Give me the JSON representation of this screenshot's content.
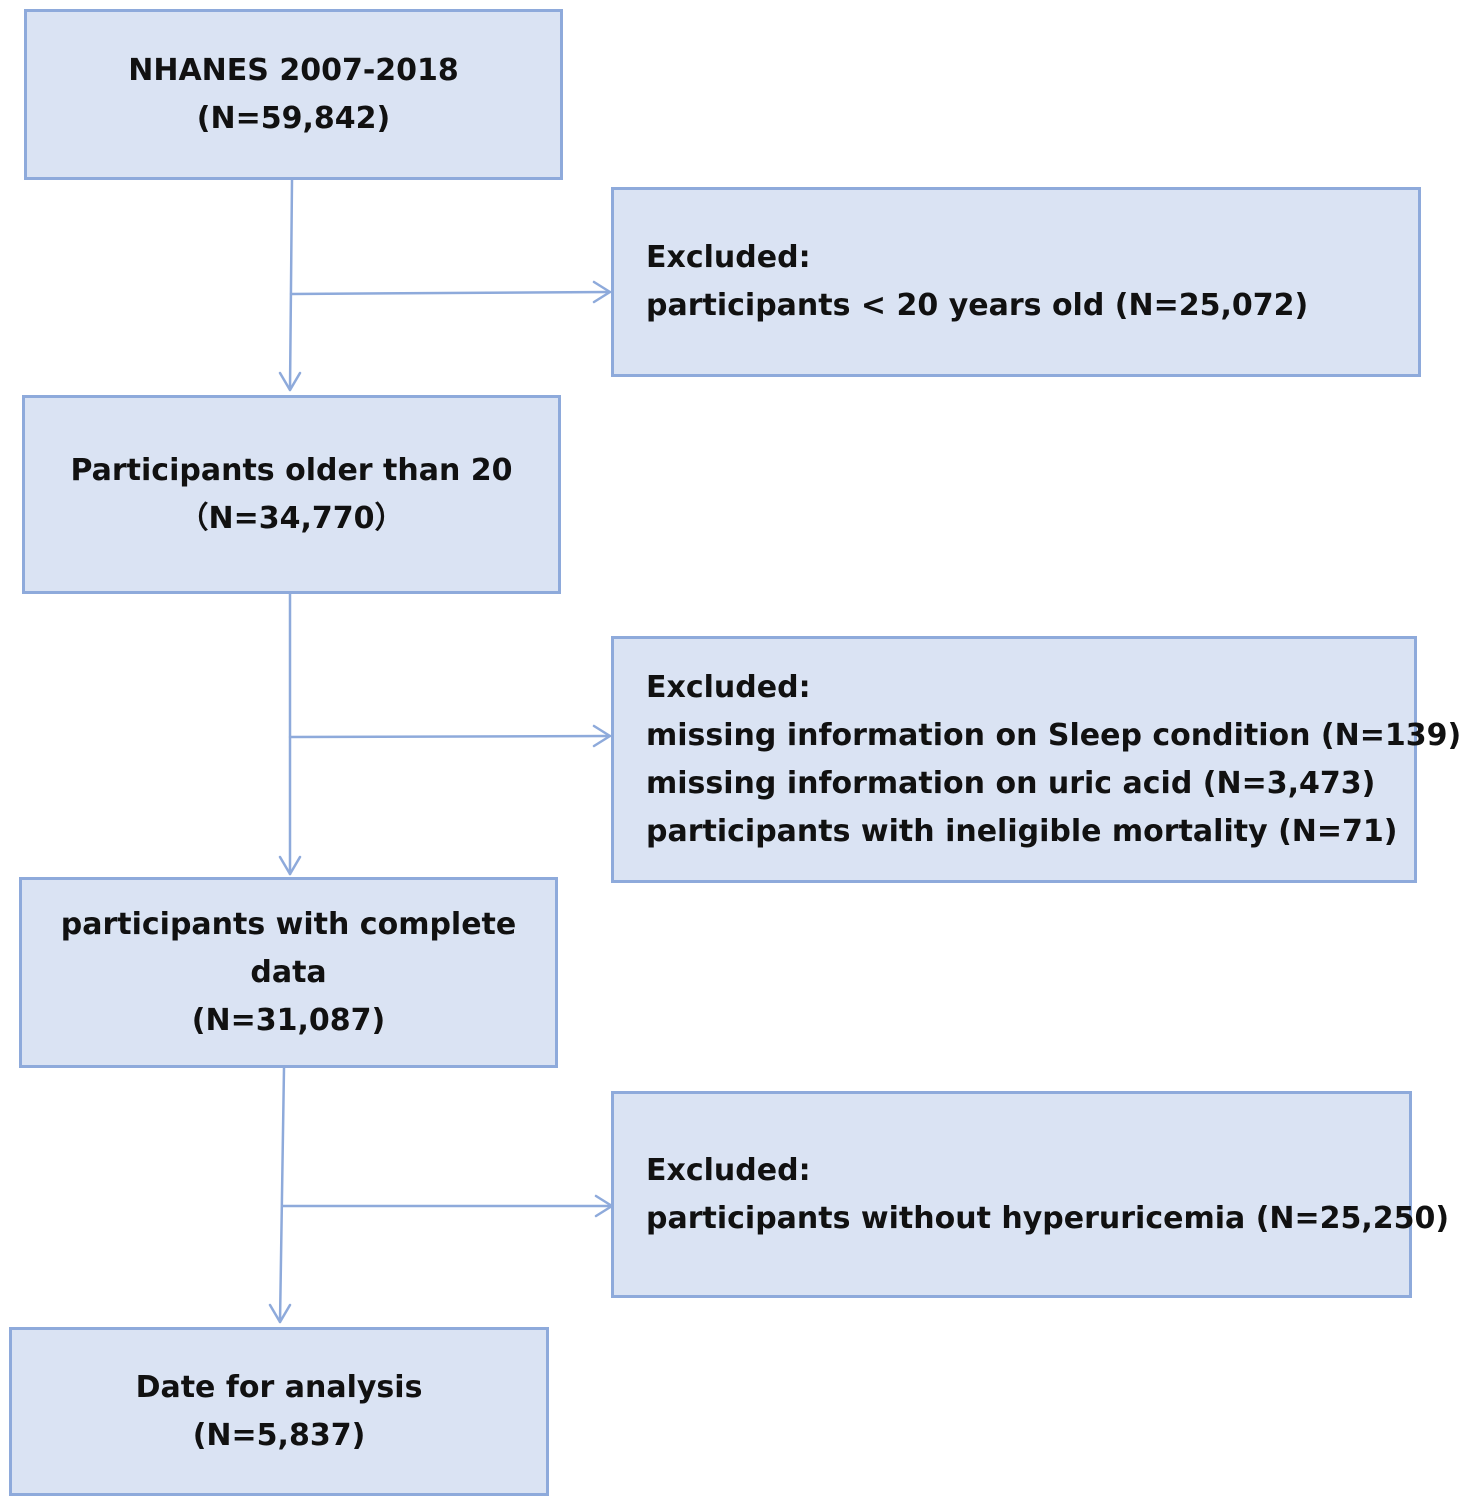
{
  "main_boxes": [
    {
      "lines": [
        "NHANES 2007-2018",
        "(N=59,842)"
      ]
    },
    {
      "lines": [
        "Participants older than 20",
        "（N=34,770）"
      ]
    },
    {
      "lines": [
        "participants with complete",
        "data",
        "(N=31,087)"
      ]
    },
    {
      "lines": [
        "Date for analysis",
        "(N=5,837)"
      ]
    }
  ],
  "exclusion_boxes": [
    {
      "heading": "Excluded:",
      "items": [
        "participants < 20 years old (N=25,072)"
      ]
    },
    {
      "heading": "Excluded:",
      "items": [
        "missing information on Sleep condition (N=139)",
        "missing information on uric acid (N=3,473)",
        "participants with ineligible mortality (N=71)"
      ]
    },
    {
      "heading": "Excluded:",
      "items": [
        "participants without hyperuricemia (N=25,250)"
      ]
    }
  ],
  "colors": {
    "box_fill": "#dae3f3",
    "box_border": "#8eaadb",
    "arrow": "#8eaadb",
    "text": "#111111"
  }
}
